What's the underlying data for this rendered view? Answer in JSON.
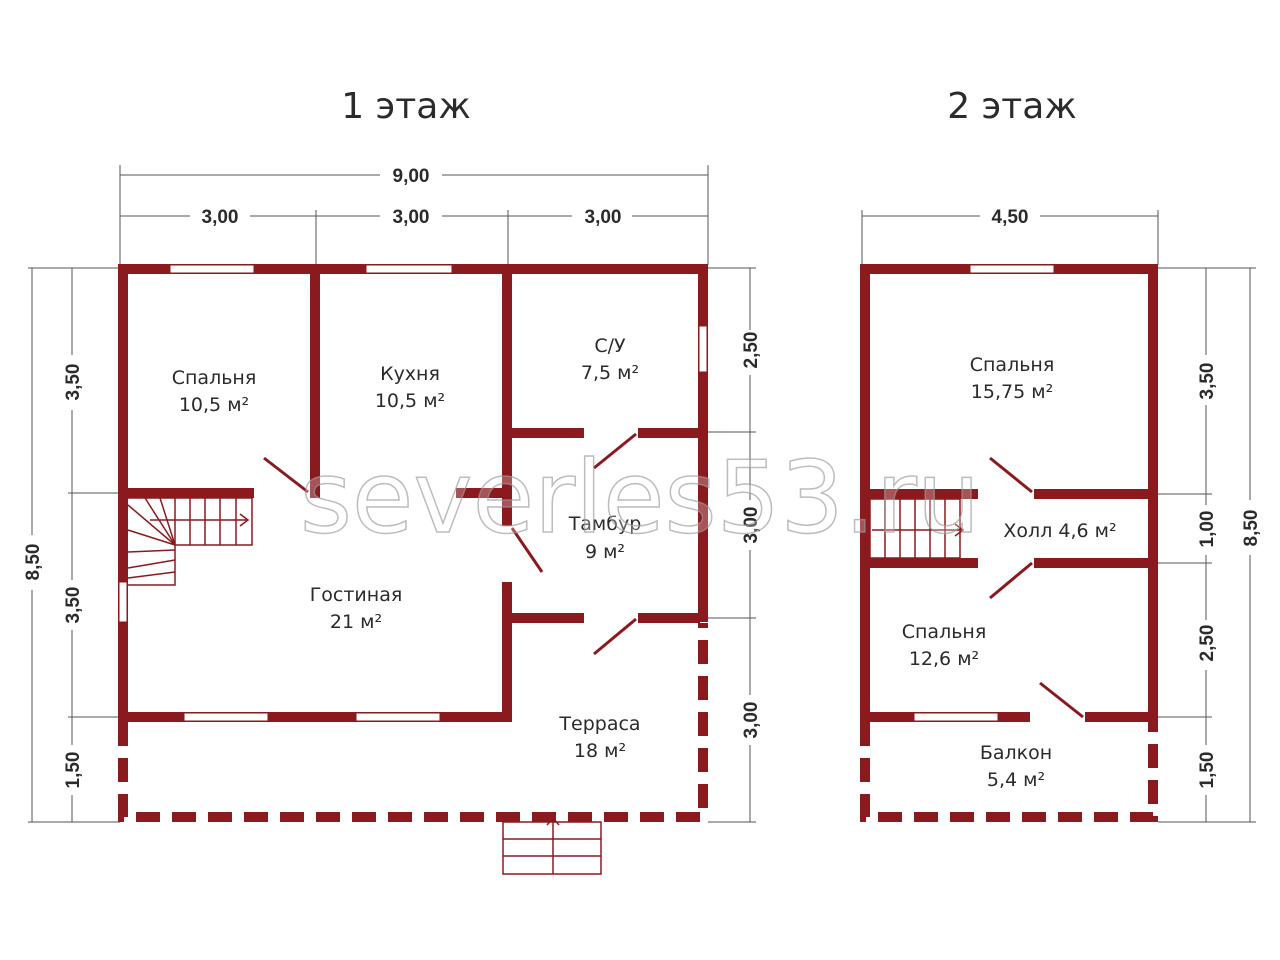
{
  "floor1": {
    "title": "1 этаж",
    "dims": {
      "total_width": "9,00",
      "seg_widths": [
        "3,00",
        "3,00",
        "3,00"
      ],
      "total_height": "8,50",
      "left_heights": [
        "3,50",
        "3,50",
        "1,50"
      ],
      "right_heights": [
        "2,50",
        "3,00",
        "3,00"
      ]
    },
    "rooms": [
      {
        "name": "Спальня",
        "area": "10,5 м²"
      },
      {
        "name": "Кухня",
        "area": "10,5 м²"
      },
      {
        "name": "С/У",
        "area": "7,5 м²"
      },
      {
        "name": "Тамбур",
        "area": "9 м²"
      },
      {
        "name": "Гостиная",
        "area": "21 м²"
      },
      {
        "name": "Терраса",
        "area": "18 м²"
      }
    ]
  },
  "floor2": {
    "title": "2 этаж",
    "dims": {
      "total_width": "4,50",
      "total_height": "8,50",
      "right_heights": [
        "3,50",
        "1,00",
        "2,50",
        "1,50"
      ]
    },
    "rooms": [
      {
        "name": "Спальня",
        "area": "15,75 м²"
      },
      {
        "name": "Холл 4,6 м²"
      },
      {
        "name": "Спальня",
        "area": "12,6 м²"
      },
      {
        "name": "Балкон",
        "area": "5,4 м²"
      }
    ]
  },
  "watermark": "severles53.ru"
}
